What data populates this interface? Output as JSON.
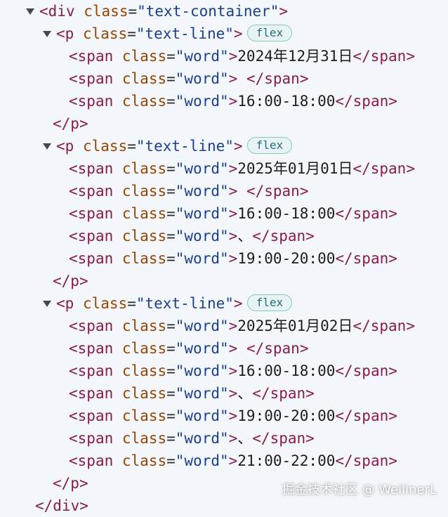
{
  "syntax": {
    "open_lt": "<",
    "close_lt": "</",
    "gt": ">",
    "eq": "=",
    "space": " "
  },
  "root": {
    "tag": "div",
    "attr_name": "class",
    "attr_value": "\"text-container\""
  },
  "lines": [
    {
      "tag": "p",
      "attr_name": "class",
      "attr_value": "\"text-line\"",
      "badge": "flex",
      "spans": [
        {
          "tag": "span",
          "attr_name": "class",
          "attr_value": "\"word\"",
          "text": "2024年12月31日"
        },
        {
          "tag": "span",
          "attr_name": "class",
          "attr_value": "\"word\"",
          "text": " "
        },
        {
          "tag": "span",
          "attr_name": "class",
          "attr_value": "\"word\"",
          "text": "16:00-18:00"
        }
      ]
    },
    {
      "tag": "p",
      "attr_name": "class",
      "attr_value": "\"text-line\"",
      "badge": "flex",
      "spans": [
        {
          "tag": "span",
          "attr_name": "class",
          "attr_value": "\"word\"",
          "text": "2025年01月01日"
        },
        {
          "tag": "span",
          "attr_name": "class",
          "attr_value": "\"word\"",
          "text": " "
        },
        {
          "tag": "span",
          "attr_name": "class",
          "attr_value": "\"word\"",
          "text": "16:00-18:00"
        },
        {
          "tag": "span",
          "attr_name": "class",
          "attr_value": "\"word\"",
          "text": "、"
        },
        {
          "tag": "span",
          "attr_name": "class",
          "attr_value": "\"word\"",
          "text": "19:00-20:00"
        }
      ]
    },
    {
      "tag": "p",
      "attr_name": "class",
      "attr_value": "\"text-line\"",
      "badge": "flex",
      "spans": [
        {
          "tag": "span",
          "attr_name": "class",
          "attr_value": "\"word\"",
          "text": "2025年01月02日"
        },
        {
          "tag": "span",
          "attr_name": "class",
          "attr_value": "\"word\"",
          "text": " "
        },
        {
          "tag": "span",
          "attr_name": "class",
          "attr_value": "\"word\"",
          "text": "16:00-18:00"
        },
        {
          "tag": "span",
          "attr_name": "class",
          "attr_value": "\"word\"",
          "text": "、"
        },
        {
          "tag": "span",
          "attr_name": "class",
          "attr_value": "\"word\"",
          "text": "19:00-20:00"
        },
        {
          "tag": "span",
          "attr_name": "class",
          "attr_value": "\"word\"",
          "text": "、"
        },
        {
          "tag": "span",
          "attr_name": "class",
          "attr_value": "\"word\"",
          "text": "21:00-22:00"
        }
      ]
    }
  ],
  "watermark": "掘金技术社区 @ WeilinerL",
  "colors": {
    "background": "#f3f7fc",
    "tag": "#8c1a4f",
    "attribute_name": "#994500",
    "attribute_value": "#1a3f91",
    "badge_border": "#86c9b9",
    "badge_text": "#2a6a78"
  }
}
